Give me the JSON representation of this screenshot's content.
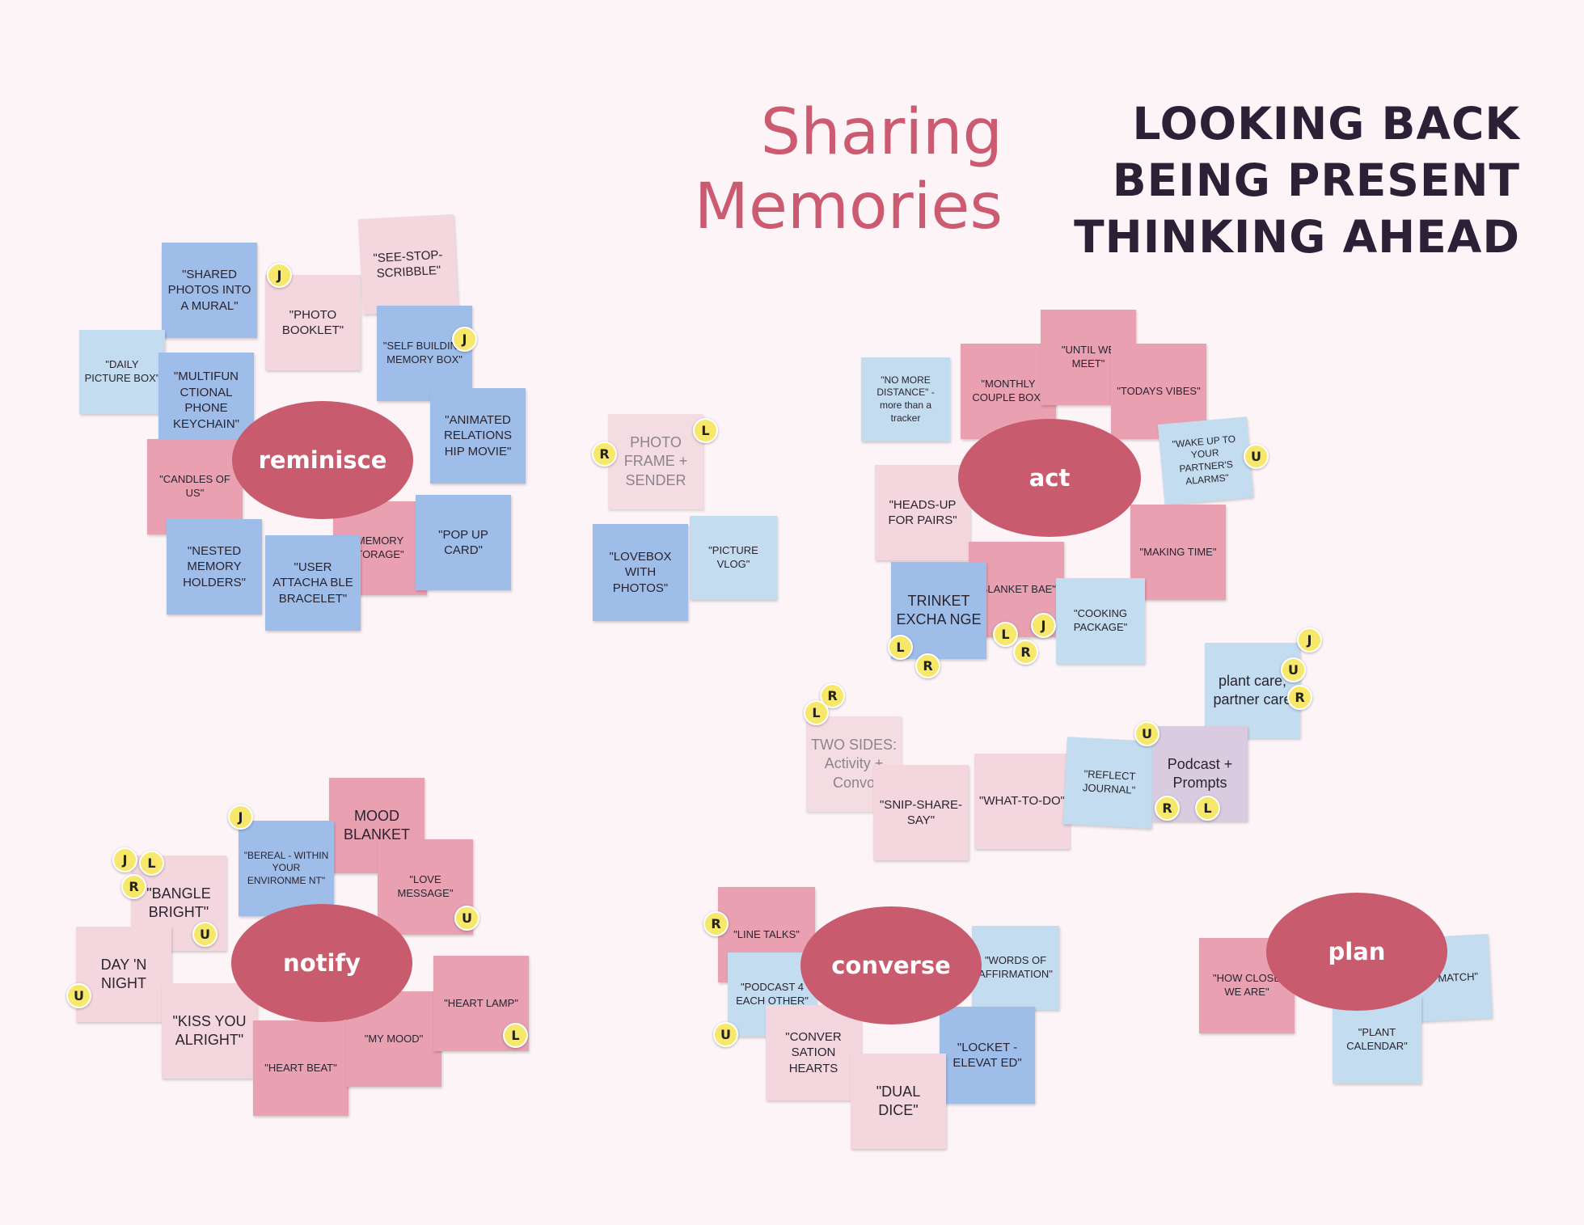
{
  "title": {
    "line1": "Sharing",
    "line2": "Memories"
  },
  "side_title": {
    "line1": "LOOKING BACK",
    "line2": "BEING PRESENT",
    "line3": "THINKING AHEAD"
  },
  "clusters": {
    "reminisce": "reminisce",
    "act": "act",
    "notify": "notify",
    "converse": "converse",
    "plan": "plan"
  },
  "notes": {
    "shared_photos_mural": "\"SHARED PHOTOS INTO A MURAL\"",
    "photo_booklet": "\"PHOTO BOOKLET\"",
    "see_stop_scribble": "\"SEE-STOP-SCRIBBLE\"",
    "daily_picture_box": "\"DAILY PICTURE BOX\"",
    "multifunctional_keychain": "\"MULTIFUN CTIONAL PHONE KEYCHAIN\"",
    "self_building_memory_box": "\"SELF BUILDING MEMORY BOX\"",
    "animated_relationship_movie": "\"ANIMATED RELATIONS HIP MOVIE\"",
    "candles_of_us": "\"CANDLES OF US\"",
    "nested_memory_holders": "\"NESTED MEMORY HOLDERS\"",
    "user_attachable_bracelet": "\"USER ATTACHA BLE BRACELET\"",
    "memory_storage": "MEMORY TORAGE\"",
    "pop_up_card": "\"POP UP CARD\"",
    "photo_frame_sender": "PHOTO FRAME + SENDER",
    "lovebox_with_photos": "\"LOVEBOX WITH PHOTOS\"",
    "picture_vlog": "\"PICTURE VLOG\"",
    "no_more_distance": "\"NO MORE DISTANCE\" - more than a tracker",
    "monthly_couple_box": "\"MONTHLY COUPLE BOX\"",
    "until_we_meet": "\"UNTIL WE MEET\"",
    "todays_vibes": "\"TODAYS VIBES\"",
    "wake_up_alarms": "\"WAKE UP TO YOUR PARTNER'S ALARMS\"",
    "heads_up_for_pairs": "\"HEADS-UP FOR PAIRS\"",
    "making_time": "\"MAKING TIME\"",
    "trinket_exchange": "TRINKET EXCHA NGE",
    "blanket_bae": "\"BLANKET BAE\"",
    "cooking_package": "\"COOKING PACKAGE\"",
    "plant_care": "plant care, partner care",
    "two_sides": "TWO SIDES: Activity + Convo",
    "snip_share_say": "\"SNIP-SHARE-SAY\"",
    "what_to_do": "\"WHAT-TO-DO\"",
    "reflect_journal": "\"REFLECT JOURNAL\"",
    "podcast_prompts": "Podcast + Prompts",
    "mood_blanket": "MOOD BLANKET",
    "bereal": "\"BEREAL - WITHIN YOUR ENVIRONME NT\"",
    "love_message": "\"LOVE MESSAGE\"",
    "bangle_bright": "\"BANGLE BRIGHT\"",
    "day_n_night": "DAY 'N NIGHT",
    "kiss_you_alright": "\"KISS YOU ALRIGHT\"",
    "heart_beat": "\"HEART BEAT\"",
    "my_mood": "\"MY MOOD\"",
    "heart_lamp": "\"HEART LAMP\"",
    "line_talks": "\"LINE TALKS\"",
    "words_of_affirmation": "\"WORDS OF AFFIRMATION\"",
    "podcast_4_each_other": "\"PODCAST 4 EACH OTHER\"",
    "conversation_hearts": "\"CONVER SATION HEARTS",
    "locket_elevated": "\"LOCKET - ELEVAT ED\"",
    "dual_dice": "\"DUAL DICE\"",
    "how_close_we_are": "\"HOW CLOSE WE ARE\"",
    "dates_match": "ATES MATCH\"",
    "plant_calendar": "\"PLANT CALENDAR\""
  },
  "dots": {
    "j": "J",
    "l": "L",
    "r": "R",
    "u": "U"
  },
  "colors": {
    "background": "#fcf4f6",
    "title": "#cc5a70",
    "side_title": "#2b2035",
    "ellipse": "#c95b6e",
    "note_blue": "#9ebde8",
    "note_light_blue": "#c3dcef",
    "note_pink": "#e9a0b1",
    "note_light_pink": "#f3d6de",
    "vote_dot": "#f7e76a"
  }
}
